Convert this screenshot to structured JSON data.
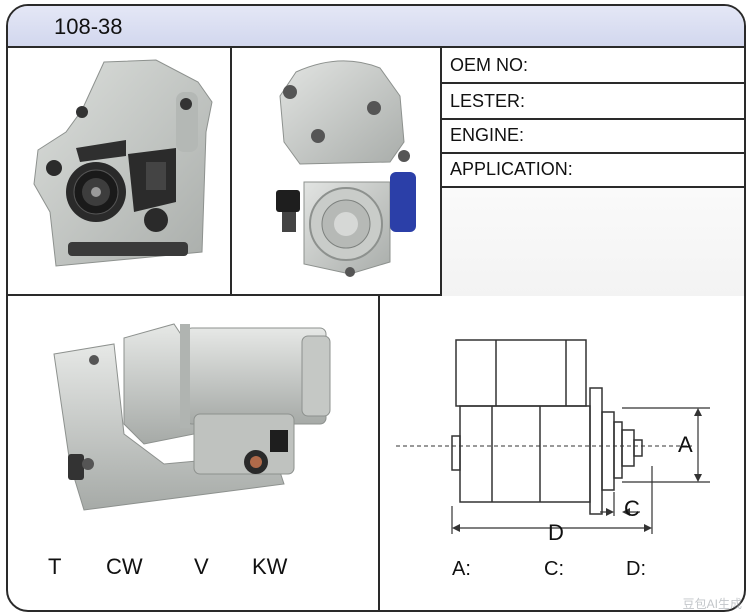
{
  "part_number": "108-38",
  "specs": [
    {
      "label": "OEM NO:",
      "value": ""
    },
    {
      "label": "LESTER:",
      "value": ""
    },
    {
      "label": "ENGINE:",
      "value": ""
    },
    {
      "label": "APPLICATION:",
      "value": ""
    }
  ],
  "rotation_labels": [
    "T",
    "CW",
    "V",
    "KW"
  ],
  "diagram": {
    "label_a": "A",
    "label_c": "C",
    "label_d": "D"
  },
  "dimension_labels": [
    "A:",
    "C:",
    "D:"
  ],
  "watermark": "豆包AI生成",
  "colors": {
    "header_bg": "#d9ddf0",
    "border": "#2a2a2a",
    "starter_metal": "#c9ccc9",
    "connector_blue": "#2b3fa8"
  }
}
